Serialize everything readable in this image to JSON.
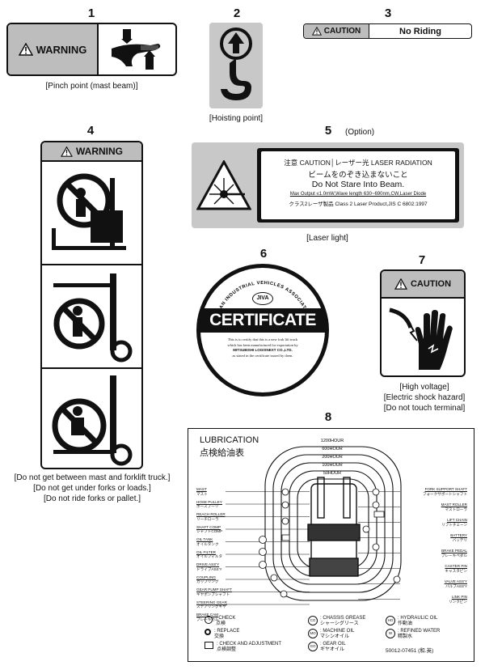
{
  "labels": [
    {
      "num": "1",
      "signal": "WARNING",
      "caption": "[Pinch point (mast beam)]"
    },
    {
      "num": "2",
      "caption": "[Hoisting point]"
    },
    {
      "num": "3",
      "signal": "CAUTION",
      "text": "No Riding"
    },
    {
      "num": "4",
      "signal": "WARNING",
      "caption_lines": [
        "[Do not get between mast and forklift truck.]",
        "[Do not get under forks or loads.]",
        "[Do not ride forks or pallet.]"
      ]
    },
    {
      "num": "5",
      "option": "(Option)",
      "caption": "[Laser light]",
      "laser_lines": [
        "注意 CAUTION│レーザー光 LASER RADIATION",
        "ビームをのぞき込まないこと",
        "Do Not Stare Into Beam.",
        "Max Output ≤1.0mW,Wave length 630~690nm,CW,Laser Diode",
        "クラス2レーザ製品 Class 2 Laser Product,JIS C 6802:1997"
      ]
    },
    {
      "num": "6",
      "assoc": "JAPAN INDUSTRIAL VEHICLES ASSOCIATION",
      "logo": "JIVA",
      "title": "CERTIFICATE",
      "body_lines": [
        "This is to certify that this is a new fork lift truck",
        "which has been manufactured for exportation by",
        "MITSUBISHI LOGISNEXT CO.,LTD.",
        "as stated in the certificate issued by them."
      ]
    },
    {
      "num": "7",
      "signal": "CAUTION",
      "caption_lines": [
        "[High voltage]",
        "[Electric shock hazard]",
        "[Do not touch terminal]"
      ]
    },
    {
      "num": "8",
      "title_en": "LUBRICATION",
      "title_ja": "点検給油表",
      "hours": [
        "1200HOUR",
        "600HOUR",
        "200HOUR",
        "100HOUR",
        "50HOUR"
      ],
      "left_items": [
        "MAST",
        "マスト",
        "HOSE PULLEY",
        "ホースプーリ",
        "REACH ROLLER",
        "リーチローラ",
        "SHAFT COMP",
        "シャフトCOMP",
        "OIL TANK",
        "オイルタンク",
        "OIL FILTER",
        "オイルフィルタ",
        "DRIVE ASS'Y",
        "ドライブASS'Y",
        "COUPLING",
        "カップリング",
        "GEAR PUMP SHAFT",
        "ギヤポンプシャフト",
        "STEERING GEAR",
        "ステアリングギヤ",
        "BRAKE CAM",
        "ブレーキカム"
      ],
      "right_items": [
        "FORK SUPPORT SHAFT",
        "フォークサポートシャフト",
        "MAST ROLLER",
        "マストローラ",
        "LIFT CHAIN",
        "リフトチェーン",
        "BATTERY",
        "バッテリ",
        "BRAKE PEDAL",
        "ブレーキペダル",
        "CASTER PIN",
        "キャスタピン",
        "VALVE ASS'Y",
        "バルブASS'Y",
        "LINK PIN",
        "リンクピン"
      ],
      "legend": [
        {
          "en": ": CHECK",
          "ja": "点検"
        },
        {
          "en": ": REPLACE",
          "ja": "交換"
        },
        {
          "en": ": CHECK AND ADJUSTMENT",
          "ja": "点検調整"
        },
        {
          "sym": "CG",
          "en": ": CHASSIS GREASE",
          "ja": "シャーシグリース"
        },
        {
          "sym": "MO",
          "en": ": MACHINE OIL",
          "ja": "マシンオイル"
        },
        {
          "sym": "GO",
          "en": ": GEAR OIL",
          "ja": "ギヤオイル"
        },
        {
          "sym": "HO",
          "en": ": HYDRAULIC OIL",
          "ja": "作動油"
        },
        {
          "sym": "W",
          "en": ": REFINED WATER",
          "ja": "精製水"
        }
      ],
      "part_no": "50012-07451 (和.英)"
    }
  ]
}
